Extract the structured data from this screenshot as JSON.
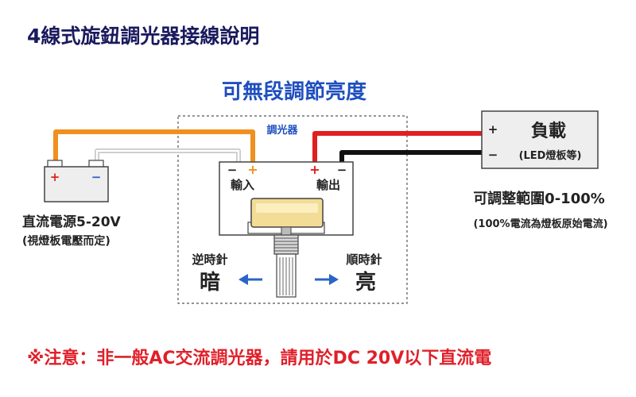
{
  "title": "4線式旋鈕調光器接線說明",
  "subtitle": "可無段調節亮度",
  "dimmer": {
    "label": "調光器",
    "input_label": "輸入",
    "output_label": "輸出",
    "input_minus": "−",
    "input_plus": "+",
    "output_plus": "+",
    "output_minus": "−"
  },
  "battery": {
    "plus": "+",
    "minus": "−"
  },
  "power": {
    "label": "直流電源5-20V",
    "note": "(視燈板電壓而定)"
  },
  "load": {
    "plus": "+",
    "minus": "−",
    "label": "負載",
    "note": "(LED燈板等)"
  },
  "range": {
    "label": "可調整範圍0-100%",
    "note": "(100%電流為燈板原始電流)"
  },
  "knob": {
    "ccw_label": "逆時針",
    "ccw_word": "暗",
    "cw_label": "順時針",
    "cw_word": "亮"
  },
  "warning": "※注意：非一般AC交流調光器，請用於DC 20V以下直流電",
  "colors": {
    "title": "#1a1a5e",
    "subtitle": "#1f4fbf",
    "orange_wire": "#f0901e",
    "red_wire": "#e01f1f",
    "black_wire": "#111111",
    "arrow_blue": "#2a64c8",
    "warning_red": "#e0202a",
    "plus_red": "#e01f1f",
    "minus_blue": "#2a5bc8"
  }
}
